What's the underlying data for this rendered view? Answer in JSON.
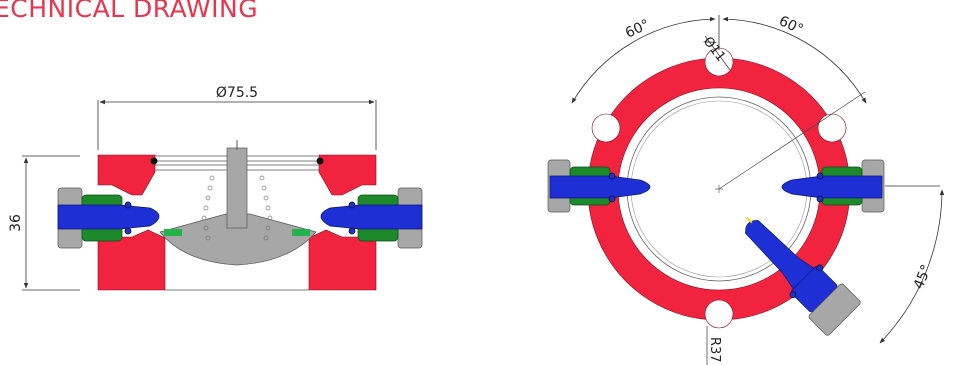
{
  "title": "ECHNICAL DRAWING",
  "colors": {
    "red_part": "#f2233f",
    "blue_part": "#1e2fd6",
    "green_part": "#1c8a2a",
    "grey_part": "#a7a7a7",
    "dim_line": "#333333",
    "title": "#e8344e"
  },
  "side_view": {
    "width_dimension": "Ø75.5",
    "height_dimension": "36"
  },
  "top_view": {
    "angle_left": "60°",
    "angle_right": "60°",
    "hole_dimension": "Ø11",
    "angle_lower": "45°",
    "radius_dimension": "R37"
  }
}
